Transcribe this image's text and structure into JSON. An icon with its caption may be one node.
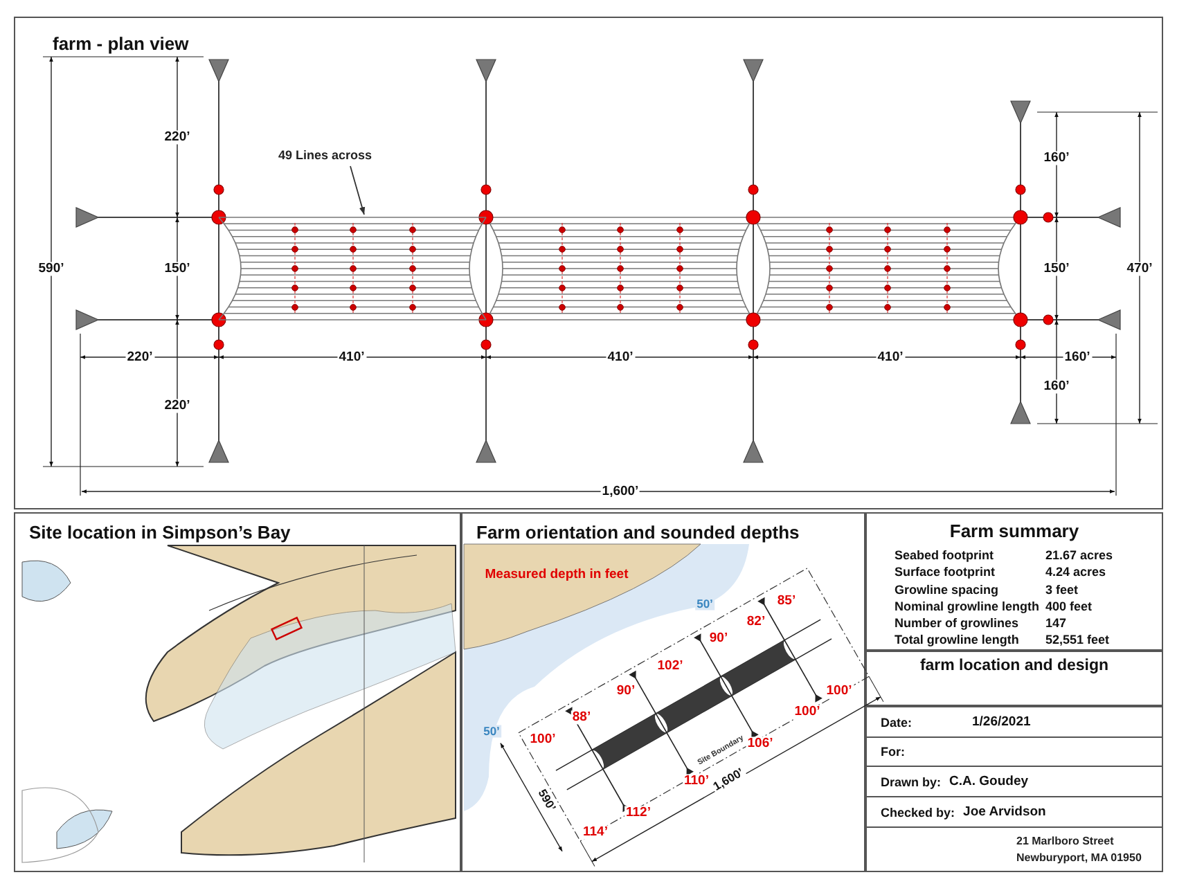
{
  "diagram": {
    "nodes": [
      {
        "text": [
          "farm - plan view"
        ]
      },
      {
        "text": [
          "49 Lines across"
        ],
        "in": 0
      },
      {
        "text": [],
        "shape": "picture",
        "in": 0
      },
      {
        "text": [
          "Site location in Simpson’s Bay"
        ]
      },
      {
        "text": [
          "Farm orientation and sounded depths"
        ]
      },
      {
        "text": [
          "Farm summary"
        ]
      },
      {
        "text": [
          "farm location and design"
        ]
      }
    ],
    "edges": [
      {
        "from": 1,
        "to": 2,
        "arrow": "to"
      }
    ],
    "labels": [
      "220’",
      "160’",
      "590’",
      "150’",
      "150’",
      "470’",
      "220’",
      "410’",
      "410’",
      "410’",
      "160’",
      "160’",
      "220’",
      "1,600’",
      "Measured depth in feet",
      "50’",
      "85’",
      "82’",
      "90’",
      "102’",
      "90’",
      "100’",
      "100’",
      "88’",
      "50’",
      "100’",
      "106’",
      "Site Boundary",
      "1,600’",
      "110’",
      "590’",
      "112’",
      "114’",
      "Seabed footprint",
      "21.67 acres",
      "Surface footprint",
      "4.24 acres",
      "Growline spacing",
      "3 feet",
      "Nominal growline length",
      "400 feet",
      "Number of growlines",
      "147",
      "Total growline length",
      "52,551 feet",
      "Date:",
      "1/26/2021",
      "For:",
      "Drawn by:",
      "C.A. Goudey",
      "Checked by:",
      "Joe Arvidson",
      "21 Marlboro Street Newburyport, MA 01950"
    ]
  }
}
